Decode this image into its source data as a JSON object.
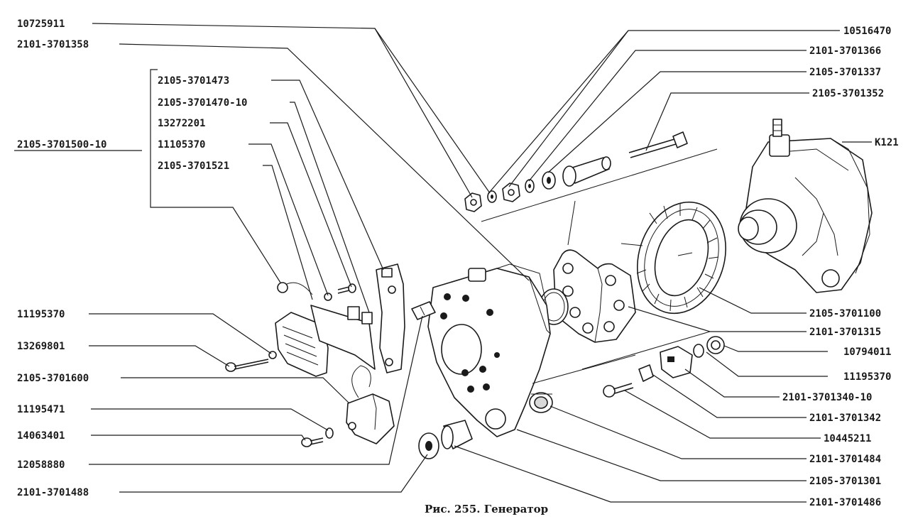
{
  "caption": "Рис. 255. Генератор",
  "left_labels": {
    "l1": "10725911",
    "l2": "2101-3701358",
    "l3": "2105-3701473",
    "l4": "2105-3701470-10",
    "l5": "13272201",
    "l6": "2105-3701500-10",
    "l7": "11105370",
    "l8": "2105-3701521",
    "l9": "11195370",
    "l10": "13269801",
    "l11": "2105-3701600",
    "l12": "11195471",
    "l13": "14063401",
    "l14": "12058880",
    "l15": "2101-3701488"
  },
  "right_labels": {
    "r1": "10516470",
    "r2": "2101-3701366",
    "r3": "2105-3701337",
    "r4": "2105-3701352",
    "r5": "K121",
    "r6": "2105-3701100",
    "r7": "2101-3701315",
    "r8": "10794011",
    "r9": "11195370",
    "r10": "2101-3701340-10",
    "r11": "2101-3701342",
    "r12": "10445211",
    "r13": "2101-3701484",
    "r14": "2105-3701301",
    "r15": "2101-3701486"
  }
}
